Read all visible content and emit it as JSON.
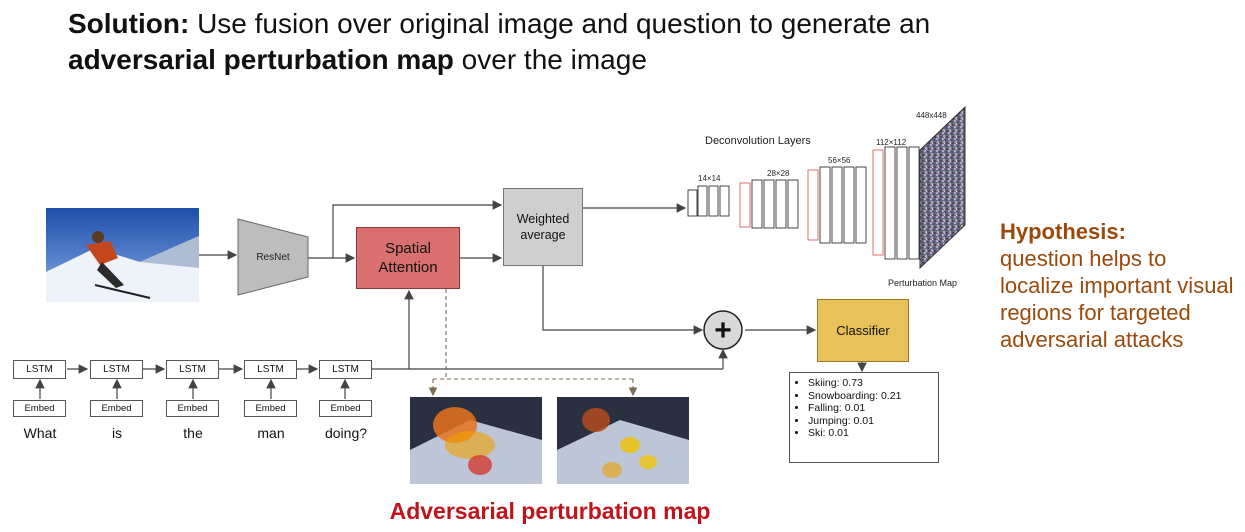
{
  "headline": {
    "part1_bold": "Solution:",
    "part1_text": " Use fusion over original image and question to generate an",
    "part2_bold": "adversarial perturbation map",
    "part2_text": " over the image"
  },
  "hypothesis": {
    "title": "Hypothesis:",
    "body": "question helps to localize important visual regions for targeted adversarial attacks"
  },
  "diagram": {
    "resnet_label": "ResNet",
    "spatial_label_1": "Spatial",
    "spatial_label_2": "Attention",
    "weighted_label_1": "Weighted",
    "weighted_label_2": "average",
    "deconv_title": "Deconvolution Layers",
    "sizes": [
      "14×14",
      "28×28",
      "56×56",
      "112×112",
      "448x448"
    ],
    "perturbation_label": "Perturbation Map",
    "plus_symbol": "+",
    "classifier_label": "Classifier",
    "lstm_label": "LSTM",
    "embed_label": "Embed",
    "words": [
      "What",
      "is",
      "the",
      "man",
      "doing?"
    ],
    "outputs": [
      "Skiing: 0.73",
      "Snowboarding: 0.21",
      "Falling: 0.01",
      "Jumping: 0.01",
      "Ski: 0.01"
    ]
  },
  "caption": "Adversarial perturbation map",
  "colors": {
    "hypothesis": "#9b4a0b",
    "caption": "#c0141a",
    "spatial_attention": "#d9706f",
    "classifier": "#e8c15a",
    "weighted_average": "#cfcfcf",
    "deconv_highlight": "#e06060"
  }
}
